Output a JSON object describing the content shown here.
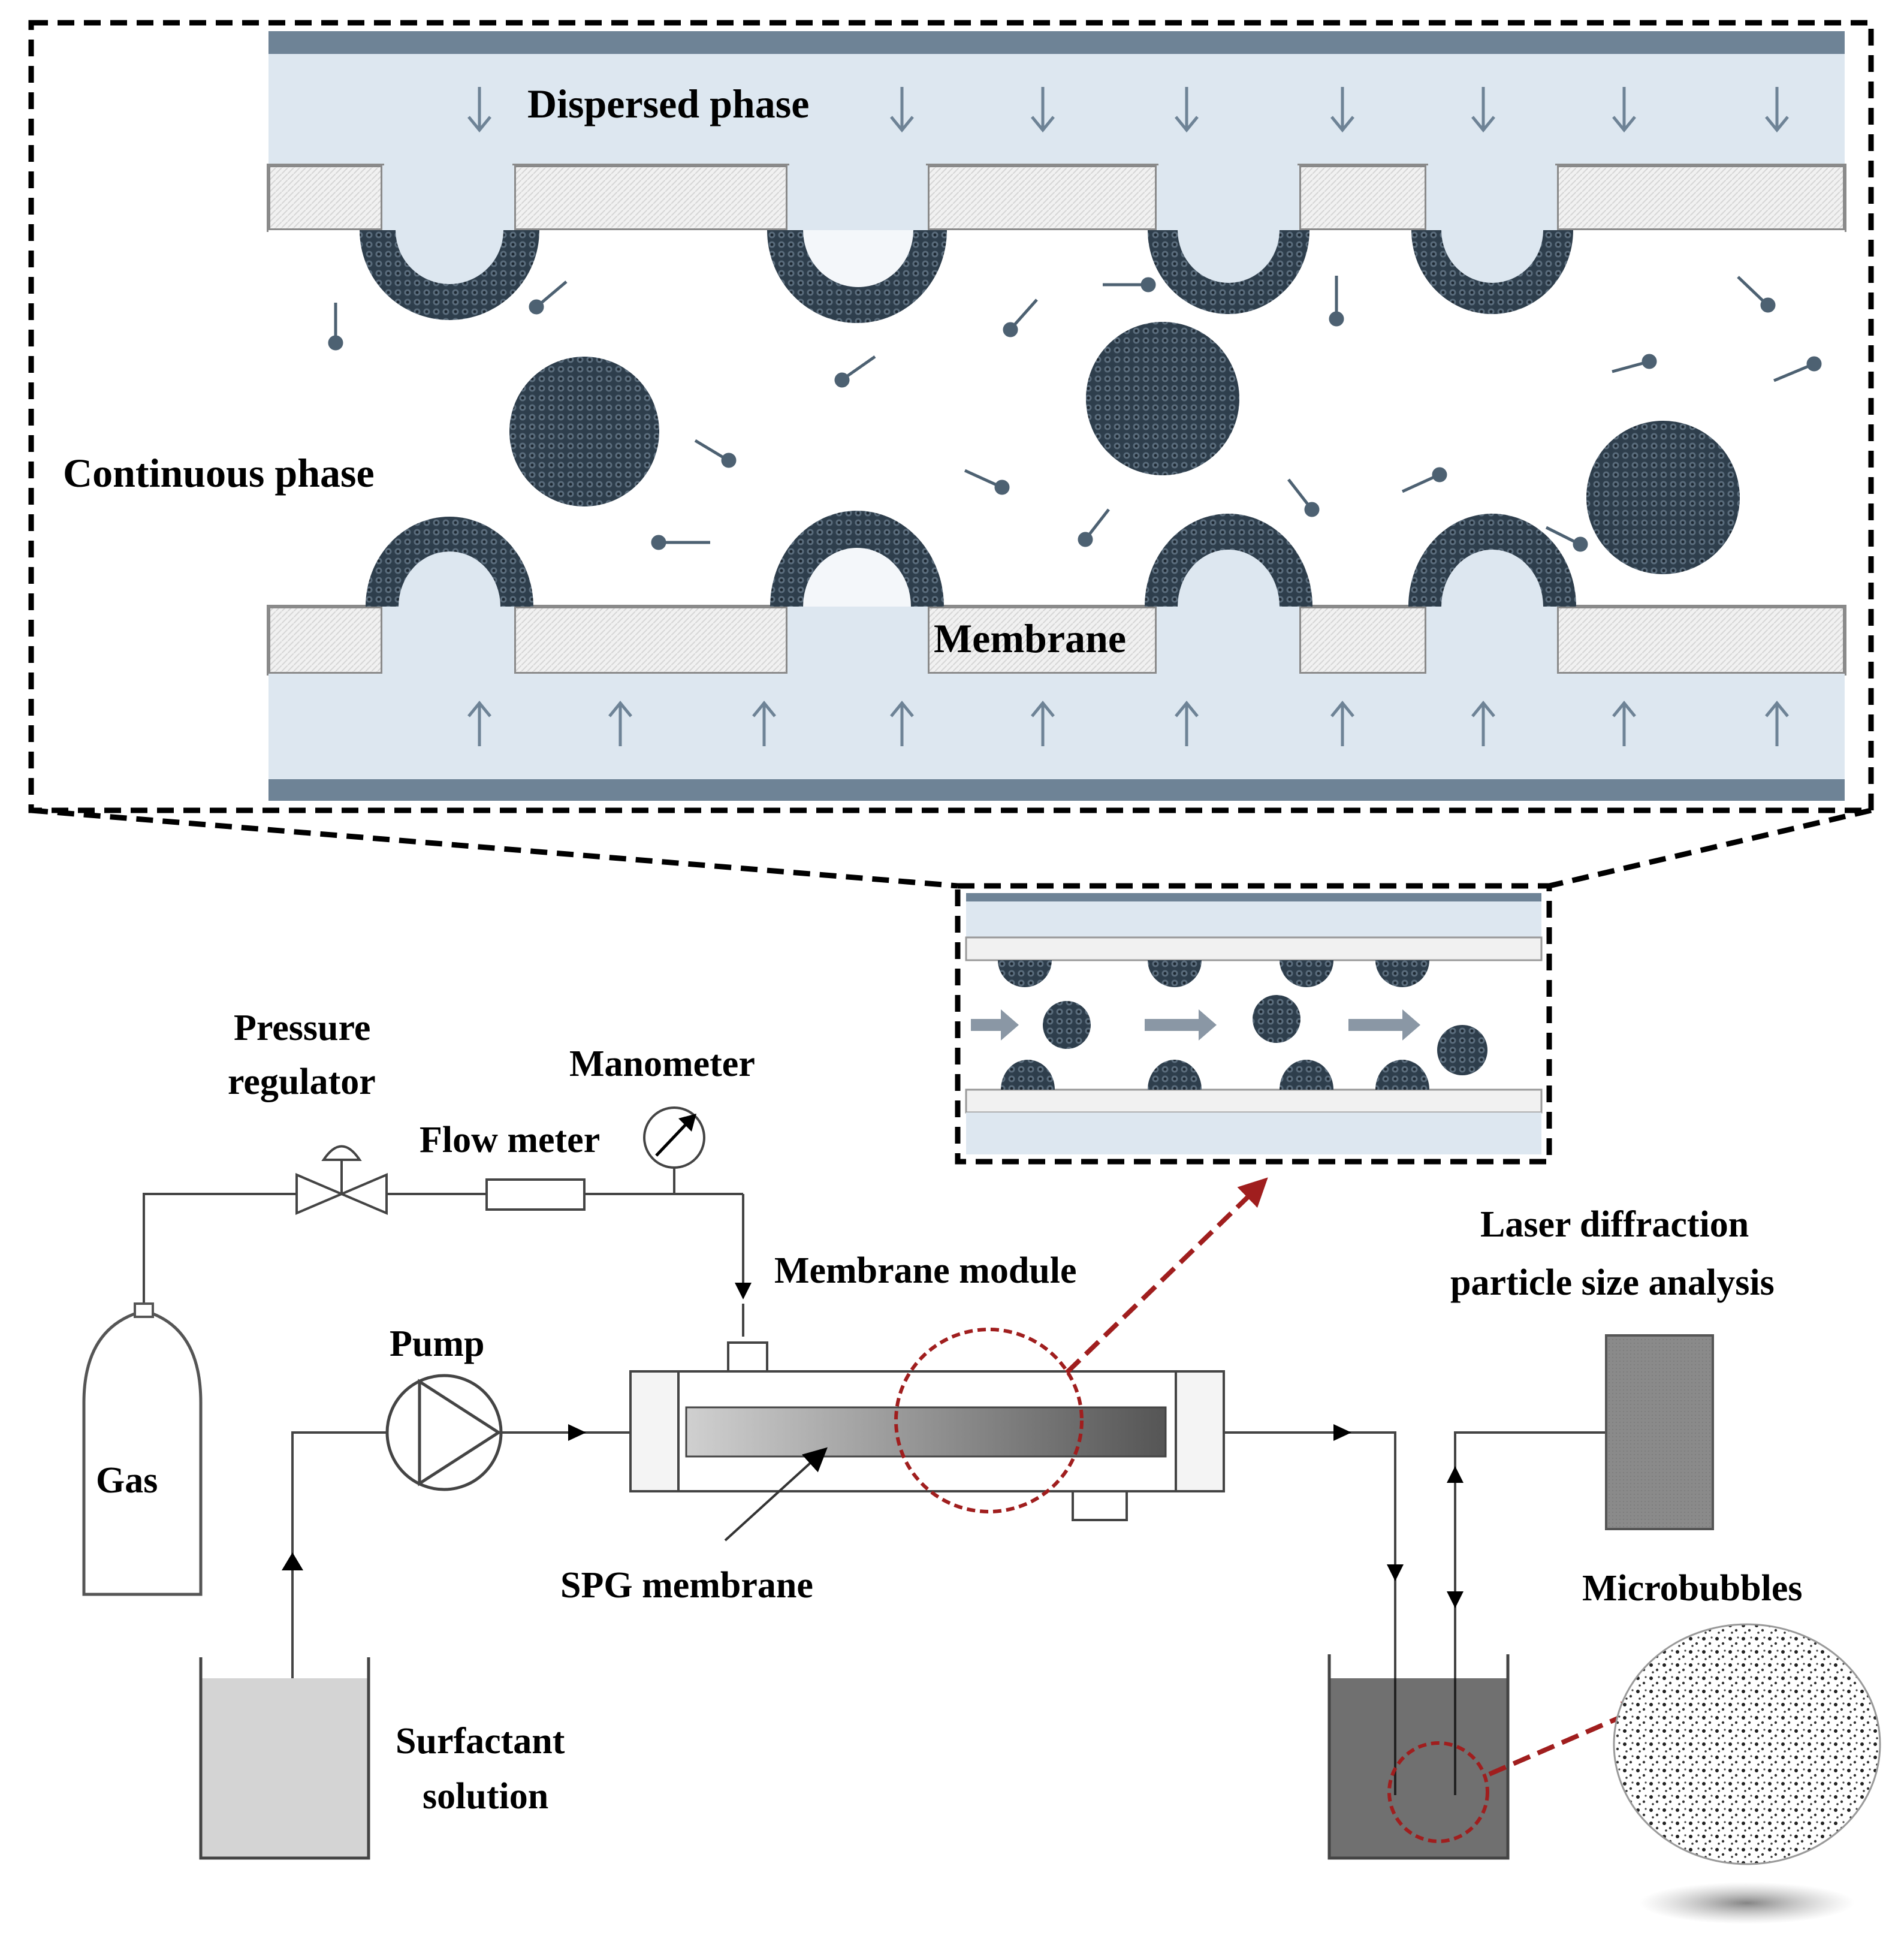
{
  "labels": {
    "dispersed_phase": "Dispersed phase",
    "continuous_phase": "Continuous phase",
    "membrane": "Membrane",
    "pressure_regulator_line1": "Pressure",
    "pressure_regulator_line2": "regulator",
    "manometer": "Manometer",
    "flow_meter": "Flow meter",
    "membrane_module": "Membrane module",
    "laser_line1": "Laser diffraction",
    "laser_line2": "particle size  analysis",
    "pump": "Pump",
    "gas": "Gas",
    "spg_membrane": "SPG membrane",
    "microbubbles": "Microbubbles",
    "surfactant_line1": "Surfactant",
    "surfactant_line2": "solution"
  },
  "colors": {
    "channel_fill": "#dde7f0",
    "channel_bar": "#6e8396",
    "membrane_fill": "#f1f1f1",
    "bubble_dark": "#2e3e4c",
    "surfactant_liquid": "#d4d4d4",
    "collector_liquid": "#707070",
    "analyzer_box": "#8a8a8a",
    "highlight_red": "#a01e1e"
  }
}
